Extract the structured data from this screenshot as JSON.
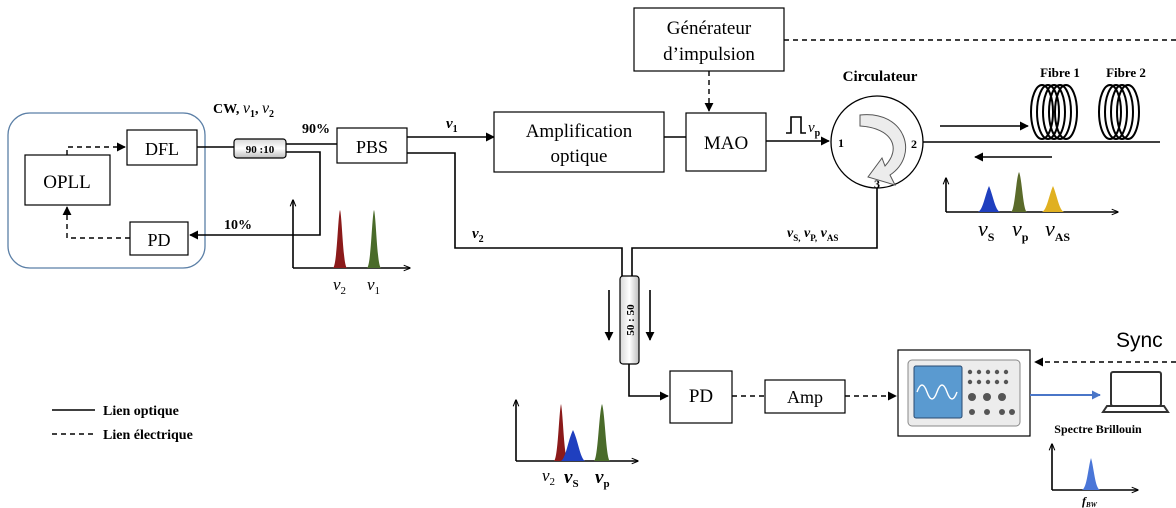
{
  "blocks": {
    "opll": "OPLL",
    "dfl": "DFL",
    "pd1": "PD",
    "coupler1": "90 :10",
    "pbs": "PBS",
    "amp_optique": [
      "Amplification",
      "optique"
    ],
    "mao": "MAO",
    "generateur": [
      "Générateur",
      "d’impulsion"
    ],
    "circulateur": "Circulateur",
    "coupler2": "50 : 50",
    "pd2": "PD",
    "amp": "Amp"
  },
  "labels": {
    "cw_prefix": "CW, ",
    "pct90": "90%",
    "pct10": "10%",
    "nu": "ν",
    "sub_1": "1",
    "sub_2": "2",
    "sub_p": "p",
    "sub_s": "S",
    "sub_as": "AS",
    "sub_p_upper": "P,",
    "sub_s_comma": "S,",
    "port1": "1",
    "port2": "2",
    "port3": "3",
    "fibre1": "Fibre 1",
    "fibre2": "Fibre 2",
    "sync": "Sync",
    "spectre": "Spectre Brillouin",
    "fb_main": "f",
    "fb_sub": "BW",
    "legend_optique": "Lien optique",
    "legend_electrique": "Lien électrique"
  },
  "colors": {
    "opll_frame": "#5b7fa6",
    "peak_red": "#8b1a1a",
    "peak_green": "#4a6b2a",
    "peak_blue": "#1f3fbf",
    "peak_olive": "#5a6a2a",
    "peak_yellow": "#e0b020",
    "spectre_blue": "#4a76d8",
    "scope_screen": "#5a9ad0",
    "sync_arrow": "#4a76c8"
  }
}
